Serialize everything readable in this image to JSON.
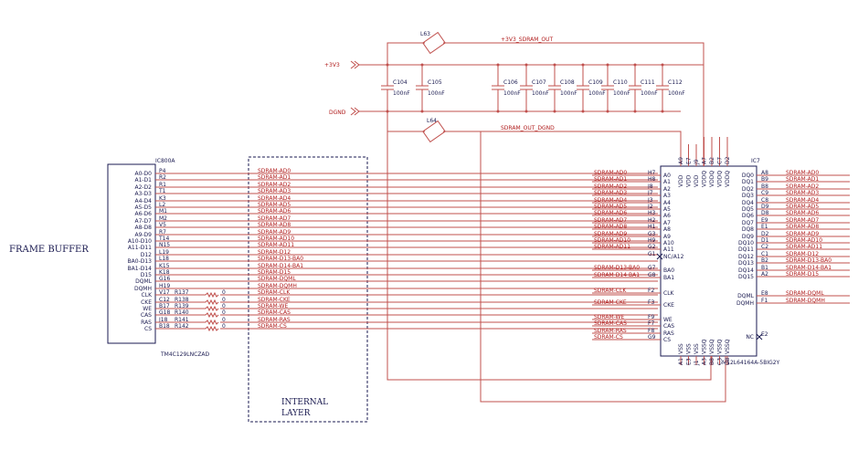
{
  "titles": {
    "frame_buffer": "FRAME BUFFER",
    "internal_layer_1": "INTERNAL",
    "internal_layer_2": "LAYER"
  },
  "power": {
    "vcc_label": "+3V3",
    "gnd_label": "DGND",
    "vcc_out": "+3V3_SDRAM_OUT",
    "gnd_out": "SDRAM_OUT_DGND",
    "inductor_top": "L63",
    "inductor_bottom": "L64"
  },
  "capacitors": [
    {
      "ref": "C104",
      "value": "100nF"
    },
    {
      "ref": "C105",
      "value": "100nF"
    },
    {
      "ref": "C106",
      "value": "100nF"
    },
    {
      "ref": "C107",
      "value": "100nF"
    },
    {
      "ref": "C108",
      "value": "100nF"
    },
    {
      "ref": "C109",
      "value": "100nF"
    },
    {
      "ref": "C110",
      "value": "100nF"
    },
    {
      "ref": "C111",
      "value": "100nF"
    },
    {
      "ref": "C112",
      "value": "100nF"
    }
  ],
  "ic_left": {
    "ref": "IC800A",
    "part": "TM4C129LNCZAD",
    "pins": [
      {
        "name": "A0-D0",
        "ball": "P4",
        "net": "SDRAM-AD0"
      },
      {
        "name": "A1-D1",
        "ball": "R2",
        "net": "SDRAM-AD1"
      },
      {
        "name": "A2-D2",
        "ball": "R1",
        "net": "SDRAM-AD2"
      },
      {
        "name": "A3-D3",
        "ball": "T1",
        "net": "SDRAM-AD3"
      },
      {
        "name": "A4-D4",
        "ball": "K3",
        "net": "SDRAM-AD4"
      },
      {
        "name": "A5-D5",
        "ball": "L2",
        "net": "SDRAM-AD5"
      },
      {
        "name": "A6-D6",
        "ball": "M1",
        "net": "SDRAM-AD6"
      },
      {
        "name": "A7-D7",
        "ball": "M2",
        "net": "SDRAM-AD7"
      },
      {
        "name": "A8-D8",
        "ball": "V5",
        "net": "SDRAM-AD8"
      },
      {
        "name": "A9-D9",
        "ball": "R7",
        "net": "SDRAM-AD9"
      },
      {
        "name": "A10-D10",
        "ball": "T14",
        "net": "SDRAM-AD10"
      },
      {
        "name": "A11-D11",
        "ball": "N15",
        "net": "SDRAM-AD11"
      },
      {
        "name": "D12",
        "ball": "L19",
        "net": "SDRAM-D12"
      },
      {
        "name": "BA0-D13",
        "ball": "L18",
        "net": "SDRAM-D13-BA0"
      },
      {
        "name": "BA1-D14",
        "ball": "K15",
        "net": "SDRAM-D14-BA1"
      },
      {
        "name": "D15",
        "ball": "K18",
        "net": "SDRAM-D15"
      },
      {
        "name": "DQML",
        "ball": "G16",
        "net": "SDRAM-DQML"
      },
      {
        "name": "DQMH",
        "ball": "H19",
        "net": "SDRAM-DQMH"
      },
      {
        "name": "CLK",
        "ball": "V17",
        "net": "SDRAM-CLK",
        "res": "R137",
        "rv": "0"
      },
      {
        "name": "CKE",
        "ball": "C12",
        "net": "SDRAM-CKE",
        "res": "R138",
        "rv": "0"
      },
      {
        "name": "WE",
        "ball": "B17",
        "net": "SDRAM-WE",
        "res": "R139",
        "rv": "0"
      },
      {
        "name": "CAS",
        "ball": "G18",
        "net": "SDRAM-CAS",
        "res": "R140",
        "rv": "0"
      },
      {
        "name": "RAS",
        "ball": "J18",
        "net": "SDRAM-RAS",
        "res": "R141",
        "rv": "0"
      },
      {
        "name": "CS",
        "ball": "B18",
        "net": "SDRAM-CS",
        "res": "R142",
        "rv": "0"
      }
    ]
  },
  "ic_right": {
    "ref": "IC7",
    "part": "M12L64164A-5BIG2Y",
    "top_pins": [
      {
        "name": "VDD",
        "ball": "A9"
      },
      {
        "name": "VDD",
        "ball": "E7"
      },
      {
        "name": "VDD",
        "ball": "J9"
      },
      {
        "name": "VDDQ",
        "ball": "A7"
      },
      {
        "name": "VDDQ",
        "ball": "B2"
      },
      {
        "name": "VDDQ",
        "ball": "C7"
      },
      {
        "name": "VDDQ",
        "ball": "D2"
      }
    ],
    "bottom_pins": [
      {
        "name": "VSS",
        "ball": "A1"
      },
      {
        "name": "VSS",
        "ball": "E3"
      },
      {
        "name": "VSS",
        "ball": "J1"
      },
      {
        "name": "VSSQ",
        "ball": "A3"
      },
      {
        "name": "VSSQ",
        "ball": "B8"
      },
      {
        "name": "VSSQ",
        "ball": "C3"
      },
      {
        "name": "VSSQ",
        "ball": "D8"
      }
    ],
    "left_pins": [
      {
        "name": "A0",
        "ball": "H7",
        "net": "SDRAM-AD0"
      },
      {
        "name": "A1",
        "ball": "H8",
        "net": "SDRAM-AD1"
      },
      {
        "name": "A2",
        "ball": "J8",
        "net": "SDRAM-AD2"
      },
      {
        "name": "A3",
        "ball": "J7",
        "net": "SDRAM-AD3"
      },
      {
        "name": "A4",
        "ball": "J3",
        "net": "SDRAM-AD4"
      },
      {
        "name": "A5",
        "ball": "J2",
        "net": "SDRAM-AD5"
      },
      {
        "name": "A6",
        "ball": "H3",
        "net": "SDRAM-AD6"
      },
      {
        "name": "A7",
        "ball": "H2",
        "net": "SDRAM-AD7"
      },
      {
        "name": "A8",
        "ball": "H1",
        "net": "SDRAM-AD8"
      },
      {
        "name": "A9",
        "ball": "G3",
        "net": "SDRAM-AD9"
      },
      {
        "name": "A10",
        "ball": "H9",
        "net": "SDRAM-AD10"
      },
      {
        "name": "A11",
        "ball": "G2",
        "net": "SDRAM-AD11"
      },
      {
        "name": "NC/A12",
        "ball": "G1",
        "net": ""
      },
      {
        "name": "BA0",
        "ball": "G7",
        "net": "SDRAM-D13-BA0"
      },
      {
        "name": "BA1",
        "ball": "G8",
        "net": "SDRAM-D14-BA1"
      },
      {
        "name": "CLK",
        "ball": "F2",
        "net": "SDRAM-CLK"
      },
      {
        "name": "CKE",
        "ball": "F3",
        "net": "SDRAM-CKE"
      },
      {
        "name": "WE",
        "ball": "F9",
        "net": "SDRAM-WE"
      },
      {
        "name": "CAS",
        "ball": "F7",
        "net": "SDRAM-CAS"
      },
      {
        "name": "RAS",
        "ball": "F8",
        "net": "SDRAM-RAS"
      },
      {
        "name": "CS",
        "ball": "G9",
        "net": "SDRAM-CS"
      }
    ],
    "right_pins": [
      {
        "name": "DQ0",
        "ball": "A8",
        "net": "SDRAM-AD0"
      },
      {
        "name": "DQ1",
        "ball": "B9",
        "net": "SDRAM-AD1"
      },
      {
        "name": "DQ2",
        "ball": "B8",
        "net": "SDRAM-AD2"
      },
      {
        "name": "DQ3",
        "ball": "C9",
        "net": "SDRAM-AD3"
      },
      {
        "name": "DQ4",
        "ball": "C8",
        "net": "SDRAM-AD4"
      },
      {
        "name": "DQ5",
        "ball": "D9",
        "net": "SDRAM-AD5"
      },
      {
        "name": "DQ6",
        "ball": "D8",
        "net": "SDRAM-AD6"
      },
      {
        "name": "DQ7",
        "ball": "E9",
        "net": "SDRAM-AD7"
      },
      {
        "name": "DQ8",
        "ball": "E1",
        "net": "SDRAM-AD8"
      },
      {
        "name": "DQ9",
        "ball": "D2",
        "net": "SDRAM-AD9"
      },
      {
        "name": "DQ10",
        "ball": "D1",
        "net": "SDRAM-AD10"
      },
      {
        "name": "DQ11",
        "ball": "C2",
        "net": "SDRAM-AD11"
      },
      {
        "name": "DQ12",
        "ball": "C1",
        "net": "SDRAM-D12"
      },
      {
        "name": "DQ13",
        "ball": "B2",
        "net": "SDRAM-D13-BA0"
      },
      {
        "name": "DQ14",
        "ball": "B1",
        "net": "SDRAM-D14-BA1"
      },
      {
        "name": "DQ15",
        "ball": "A2",
        "net": "SDRAM-D15"
      },
      {
        "name": "DQML",
        "ball": "E8",
        "net": "SDRAM-DQML"
      },
      {
        "name": "DQMH",
        "ball": "F1",
        "net": "SDRAM-DQMH"
      },
      {
        "name": "NC",
        "ball": "E2",
        "net": ""
      }
    ]
  }
}
